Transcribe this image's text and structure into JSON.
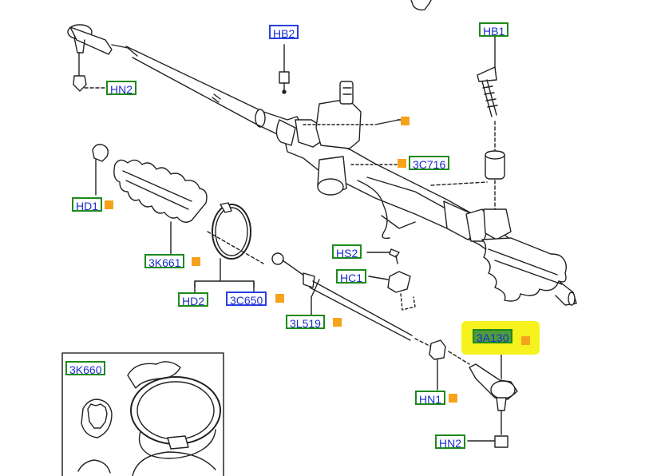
{
  "callouts": {
    "hb2_top": "HB2",
    "hb1": "HB1",
    "hn2_left": "HN2",
    "hd1": "HD1",
    "c3k661": "3K661",
    "hd2": "HD2",
    "c3c650": "3C650",
    "c3l519": "3L519",
    "hs2": "HS2",
    "hc1": "HC1",
    "c3c716": "3C716",
    "c3a130": "3A130",
    "hn1": "HN1",
    "hn2_bottom": "HN2",
    "c3k660": "3K660"
  },
  "colors": {
    "callout_border_green": "#1d8a1d",
    "callout_border_blue": "#2a3fe0",
    "callout_text": "#1a2fd0",
    "marker_orange": "#f7a21b",
    "highlight_yellow": "#f6f21e",
    "highlight_fill_green": "#4f9a3a"
  }
}
